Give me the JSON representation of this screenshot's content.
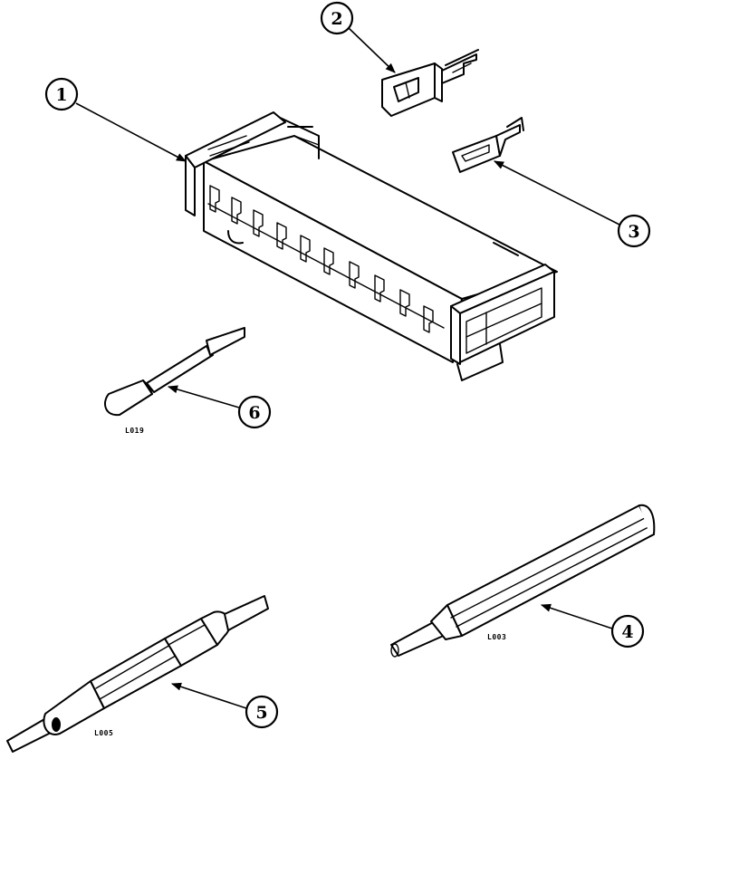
{
  "callouts": [
    {
      "id": "1",
      "label": "1"
    },
    {
      "id": "2",
      "label": "2"
    },
    {
      "id": "3",
      "label": "3"
    },
    {
      "id": "4",
      "label": "4"
    },
    {
      "id": "5",
      "label": "5"
    },
    {
      "id": "6",
      "label": "6"
    }
  ],
  "tool_codes": {
    "part6": "L019",
    "part5": "L005",
    "part4": "L003"
  }
}
